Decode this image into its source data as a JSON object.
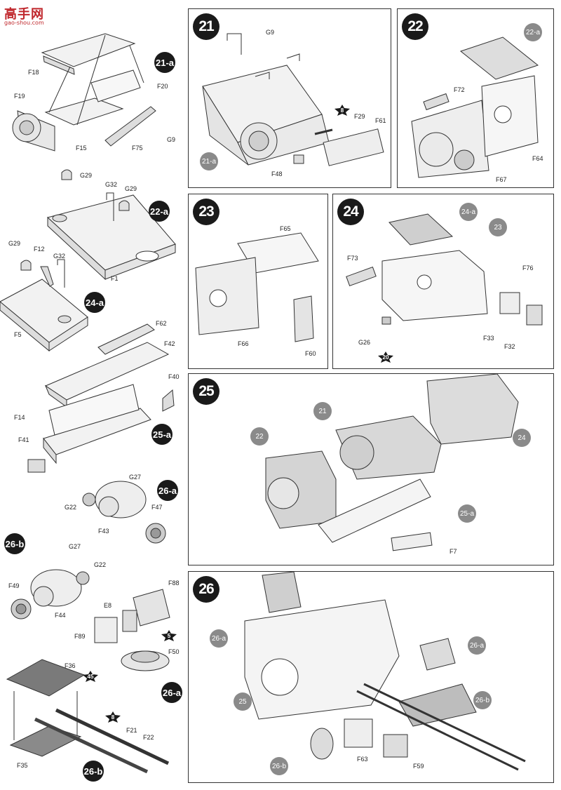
{
  "watermark": {
    "text": "高手网",
    "url": "gao-shou.com"
  },
  "left": {
    "sub21a": {
      "badge": "21-a",
      "labels": {
        "F18": "F18",
        "F19": "F19",
        "F20": "F20",
        "F15": "F15",
        "F75": "F75",
        "G9": "G9"
      }
    },
    "sub22a": {
      "badge": "22-a",
      "labels": {
        "G29a": "G29",
        "G32": "G32",
        "G29b": "G29",
        "F1": "F1"
      }
    },
    "sub24a": {
      "badge": "24-a",
      "labels": {
        "G29": "G29",
        "F12": "F12",
        "G32": "G32",
        "F5": "F5"
      }
    },
    "sub25a": {
      "badge": "25-a",
      "labels": {
        "F62": "F62",
        "F42": "F42",
        "F40": "F40",
        "F14": "F14",
        "F41": "F41"
      }
    },
    "sub26a": {
      "badge": "26-a",
      "labels": {
        "G27": "G27",
        "G22": "G22",
        "F47": "F47",
        "F43": "F43"
      }
    },
    "sub26b": {
      "badge": "26-b",
      "labels": {
        "G27": "G27",
        "G22": "G22",
        "F49": "F49",
        "F44": "F44"
      }
    },
    "sub26a_mount": {
      "badge": "26-a",
      "star": "5",
      "labels": {
        "F88": "F88",
        "E8": "E8",
        "F89": "F89",
        "F50": "F50"
      }
    },
    "sub26b_tracks": {
      "badge": "26-b",
      "star45": "45",
      "star8": "8",
      "labels": {
        "F36": "F36",
        "F21": "F21",
        "F22": "F22",
        "F35": "F35"
      }
    }
  },
  "steps": {
    "s21": {
      "num": "21",
      "ref": "21-a",
      "star": "8",
      "labels": {
        "G9": "G9",
        "F29": "F29",
        "F61": "F61",
        "F48": "F48"
      }
    },
    "s22": {
      "num": "22",
      "ref": "22-a",
      "labels": {
        "F72": "F72",
        "F64": "F64",
        "F67": "F67"
      }
    },
    "s23": {
      "num": "23",
      "labels": {
        "F65": "F65",
        "F66": "F66",
        "F60": "F60"
      }
    },
    "s24": {
      "num": "24",
      "ref": "24-a",
      "ref23": "23",
      "star": "20",
      "labels": {
        "F73": "F73",
        "F76": "F76",
        "G26": "G26",
        "F33": "F33",
        "F32": "F32"
      }
    },
    "s25": {
      "num": "25",
      "ref21": "21",
      "ref22": "22",
      "ref24": "24",
      "ref25a": "25-a",
      "labels": {
        "F7": "F7"
      }
    },
    "s26": {
      "num": "26",
      "ref26a_top": "26-a",
      "ref26a_right": "26-a",
      "ref26b_right": "26-b",
      "ref25": "25",
      "ref26b_bottom": "26-b",
      "labels": {
        "F63": "F63",
        "F59": "F59"
      }
    }
  },
  "colors": {
    "ink": "#1a1a1a",
    "grey_badge": "#8a8a8a",
    "part_fill": "#eeeeee",
    "shade": "#bdbdbd",
    "brand": "#c0282d"
  }
}
